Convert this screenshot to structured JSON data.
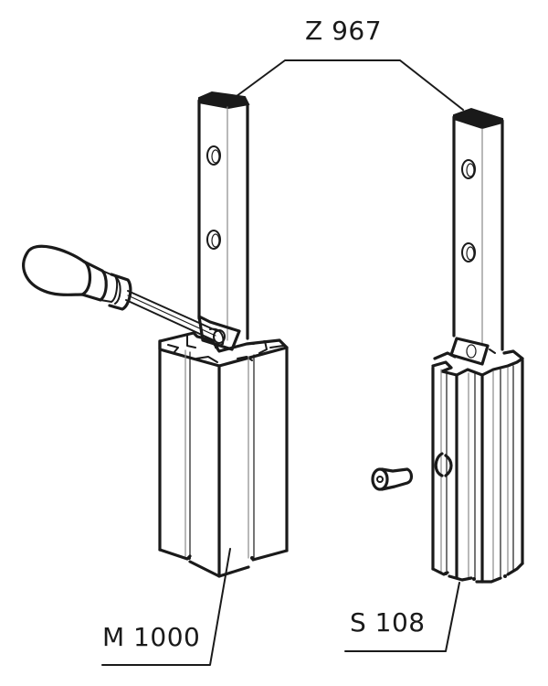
{
  "diagram": {
    "type": "exploded assembly drawing",
    "labels": {
      "connector": "Z 967",
      "profile_square": "M 1000",
      "profile_round": "S 108"
    },
    "parts": [
      {
        "id": "connector-left",
        "label_ref": "Z 967",
        "description": "vertical connector bar with two holes, inserted in square profile"
      },
      {
        "id": "connector-right",
        "label_ref": "Z 967",
        "description": "vertical connector bar with two holes, inserted in round profile"
      },
      {
        "id": "screwdriver",
        "description": "screwdriver tightening connector into square profile"
      },
      {
        "id": "square-profile",
        "label_ref": "M 1000",
        "description": "square aluminium profile with slots"
      },
      {
        "id": "round-profile",
        "label_ref": "S 108",
        "description": "round multi-slot profile with side access hole"
      },
      {
        "id": "countersunk-screw",
        "description": "screw inserted through side hole of round profile"
      }
    ],
    "colors": {
      "line": "#1a1a1a",
      "background": "#ffffff",
      "hidden_line": "#8a8a8a"
    }
  }
}
